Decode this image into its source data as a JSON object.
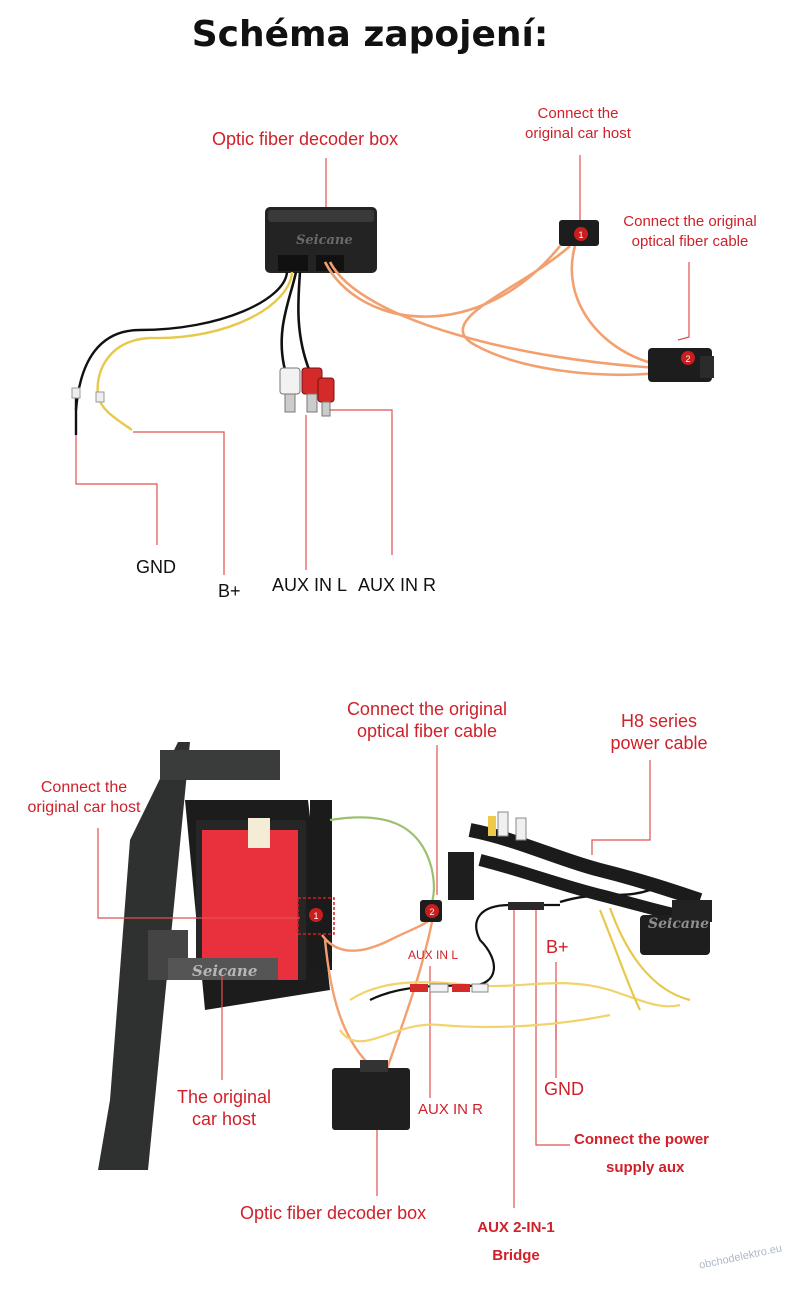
{
  "title": "Schéma zapojení:",
  "top": {
    "decoder_box": "Optic fiber decoder box",
    "host_connect": [
      "Connect the",
      "original car host"
    ],
    "fiber_connect": [
      "Connect the original",
      "optical fiber cable"
    ],
    "gnd": "GND",
    "bplus": "B+",
    "aux_l": "AUX IN L",
    "aux_r": "AUX IN R",
    "brand": "Seicane",
    "marker_1": "1",
    "marker_2": "2"
  },
  "bottom": {
    "host_connect": [
      "Connect the",
      "original car host"
    ],
    "fiber_connect": [
      "Connect the original",
      "optical fiber cable"
    ],
    "h8_power": [
      "H8 series",
      "power cable"
    ],
    "aux_l": "AUX IN L",
    "bplus": "B+",
    "gnd": "GND",
    "original_host": [
      "The original",
      "car host"
    ],
    "aux_r": "AUX IN R",
    "power_supply": [
      "Connect the power",
      "supply aux"
    ],
    "decoder_box": "Optic fiber decoder box",
    "bridge": [
      "AUX 2-IN-1",
      "Bridge"
    ],
    "brand": "Seicane",
    "marker_1": "1",
    "marker_2": "2"
  },
  "watermark": "obchodelektro.eu",
  "colors": {
    "label_red": "#d0202a",
    "fiber_orange": "#f2a070",
    "leader_red": "#e05050"
  }
}
